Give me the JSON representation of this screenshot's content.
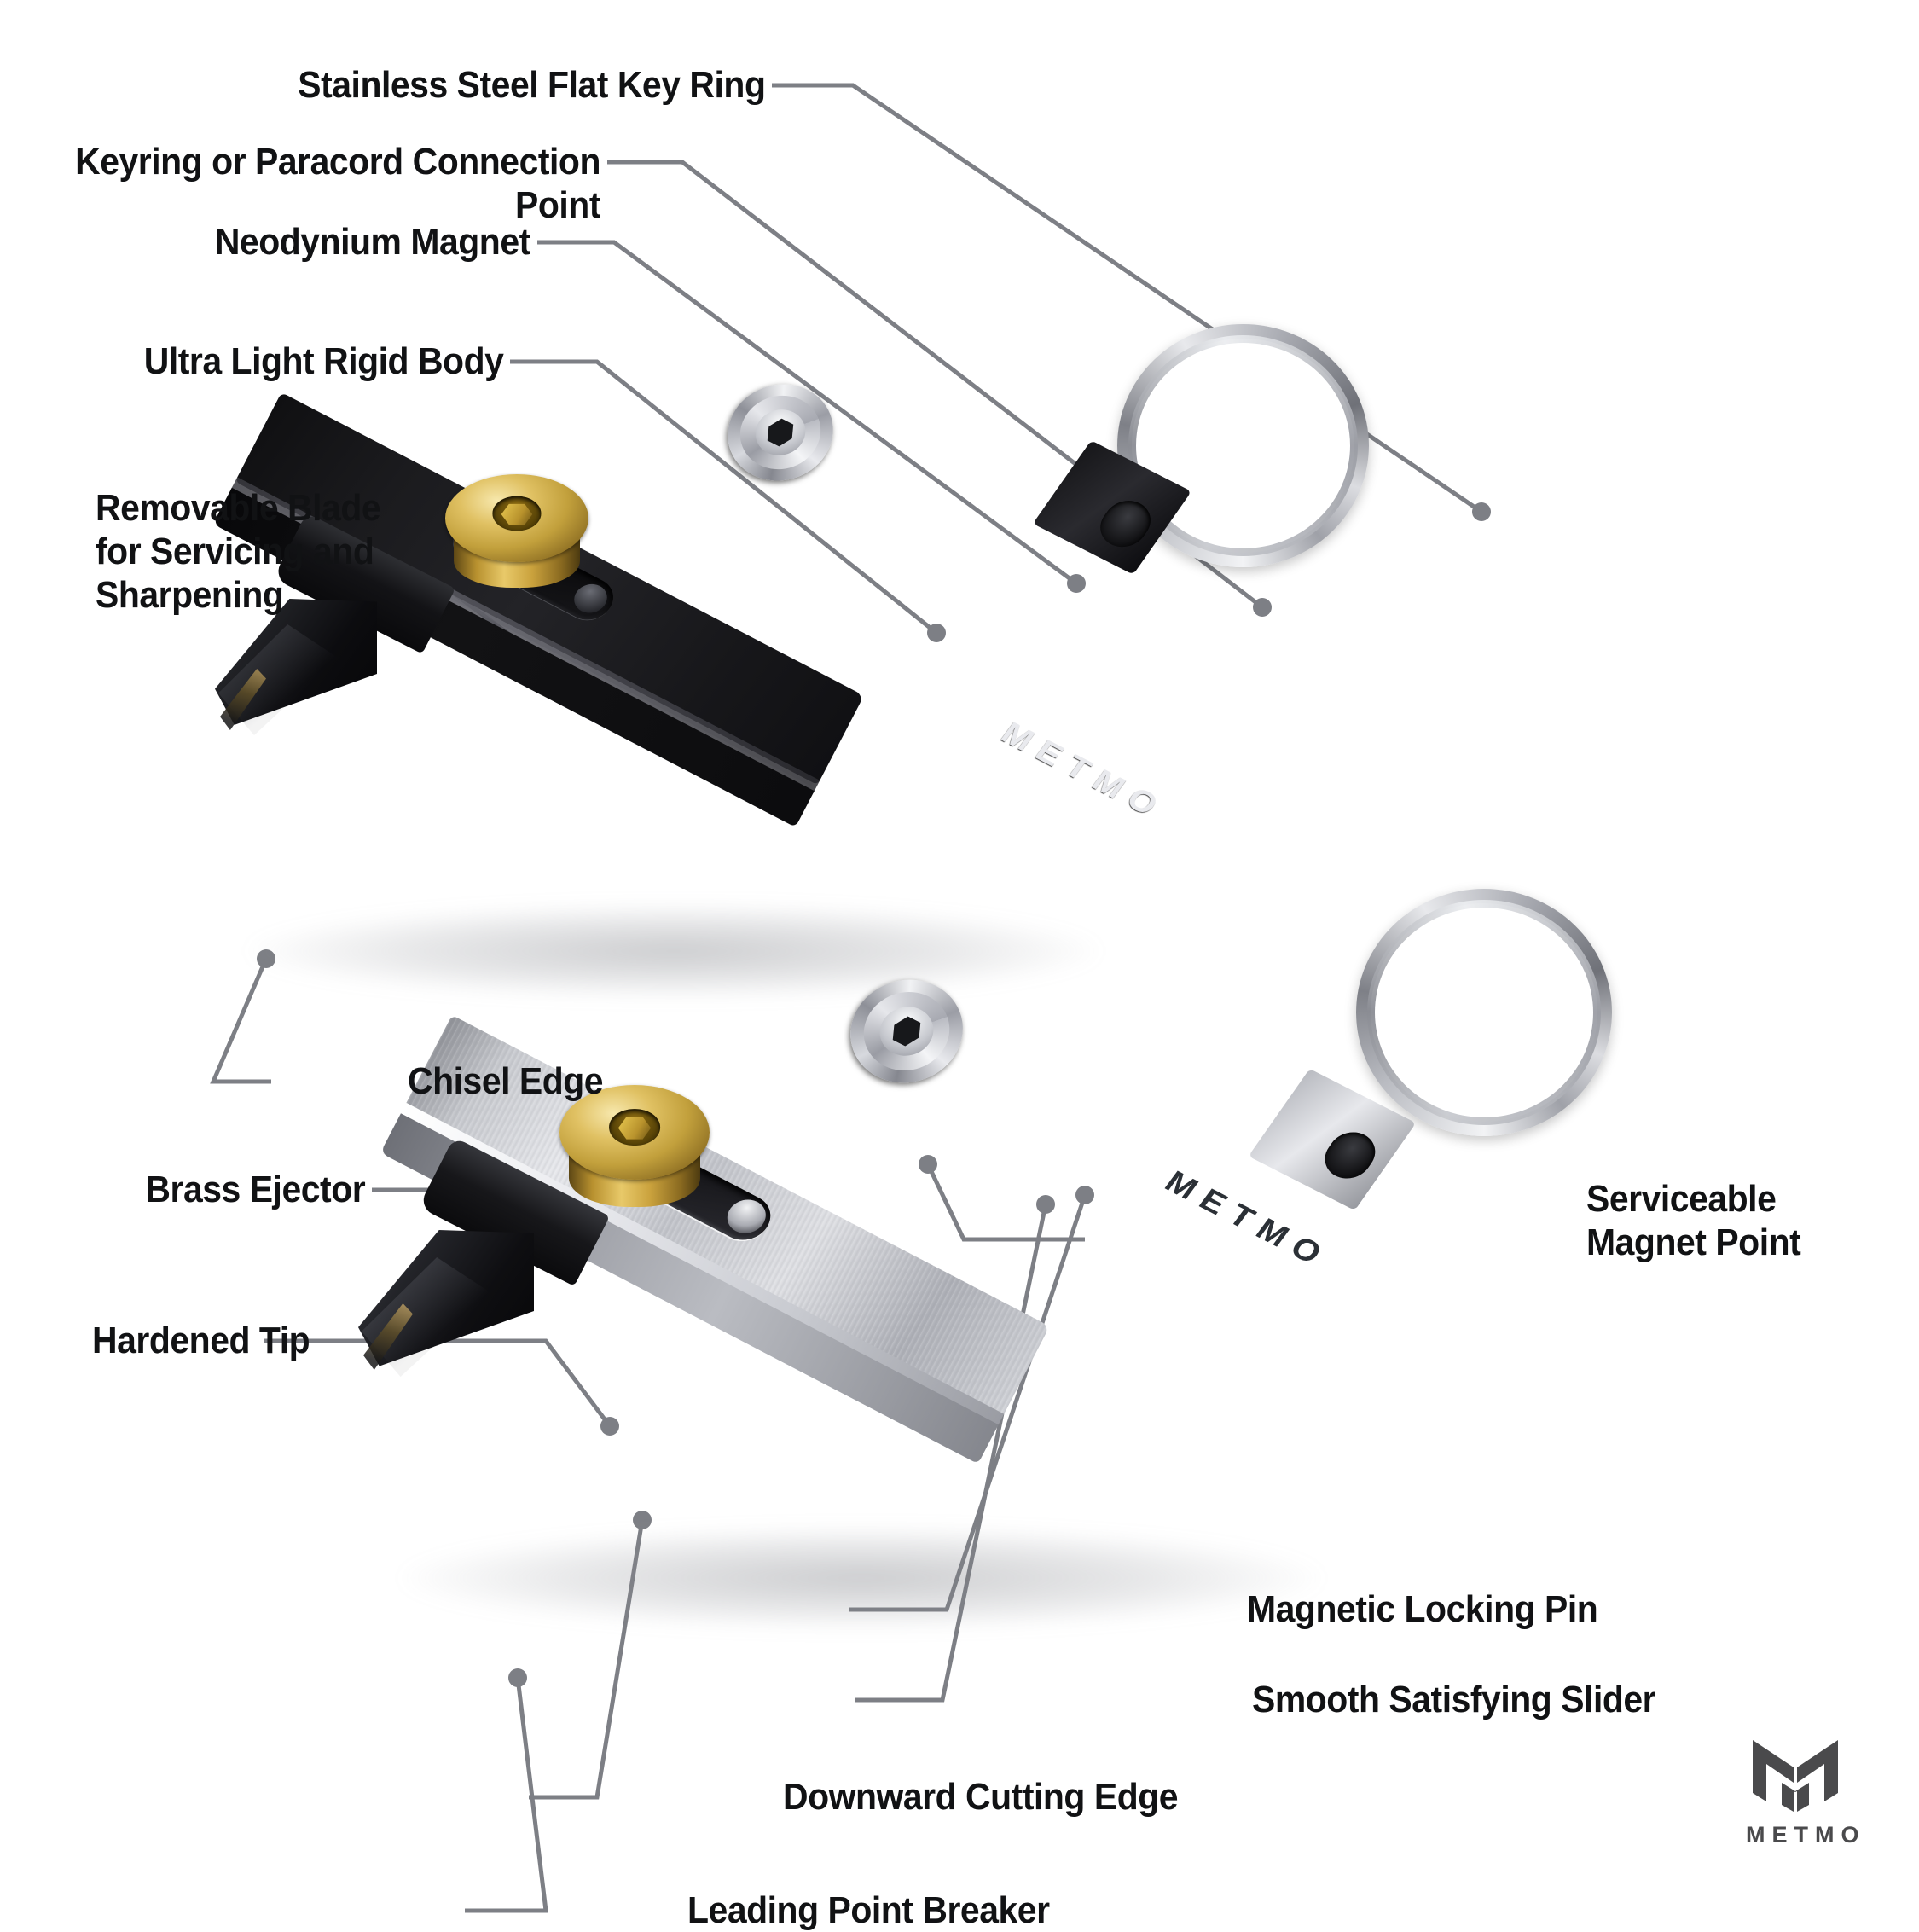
{
  "page": {
    "background_color": "#ffffff",
    "label_color": "#111214",
    "leader_color": "#7d7f85",
    "brand_color": "#4a4a4c"
  },
  "callouts": [
    {
      "id": "stainless-steel-flat-key-ring",
      "text": "Stainless Steel Flat Key Ring",
      "align": "right",
      "side": "left"
    },
    {
      "id": "keyring-or-paracord-connection-point",
      "text": "Keyring or Paracord Connection Point",
      "align": "right",
      "side": "left"
    },
    {
      "id": "neodynium-magnet",
      "text": "Neodynium Magnet",
      "align": "right",
      "side": "left"
    },
    {
      "id": "ultra-light-rigid-body",
      "text": "Ultra Light Rigid Body",
      "align": "right",
      "side": "left"
    },
    {
      "id": "removable-blade-for-servicing-and-sharpening",
      "text": "Removable Blade\nfor Servicing and\nSharpening",
      "align": "left",
      "side": "left"
    },
    {
      "id": "chisel-edge",
      "text": "Chisel Edge",
      "align": "left",
      "side": "right"
    },
    {
      "id": "brass-ejector",
      "text": "Brass Ejector",
      "align": "right",
      "side": "left"
    },
    {
      "id": "hardened-tip",
      "text": "Hardened Tip",
      "align": "left",
      "side": "left"
    },
    {
      "id": "serviceable-magnet-point",
      "text": "Serviceable\nMagnet Point",
      "align": "left",
      "side": "right"
    },
    {
      "id": "magnetic-locking-pin",
      "text": "Magnetic Locking Pin",
      "align": "left",
      "side": "right"
    },
    {
      "id": "smooth-satisfying-slider",
      "text": "Smooth Satisfying Slider",
      "align": "left",
      "side": "right"
    },
    {
      "id": "downward-cutting-edge",
      "text": "Downward Cutting Edge",
      "align": "left",
      "side": "right"
    },
    {
      "id": "leading-point-breaker",
      "text": "Leading Point Breaker",
      "align": "left",
      "side": "right"
    }
  ],
  "products": {
    "black_tool": {
      "name": "black-anodized-keychain-knife",
      "engraving": "METMO",
      "finish": "matte black anodized aluminium"
    },
    "steel_tool": {
      "name": "stainless-steel-keychain-knife",
      "engraving": "METMO",
      "finish": "brushed stainless steel"
    }
  },
  "brand": {
    "wordmark": "METMO",
    "mark": "metmo-chevron-m-icon"
  }
}
